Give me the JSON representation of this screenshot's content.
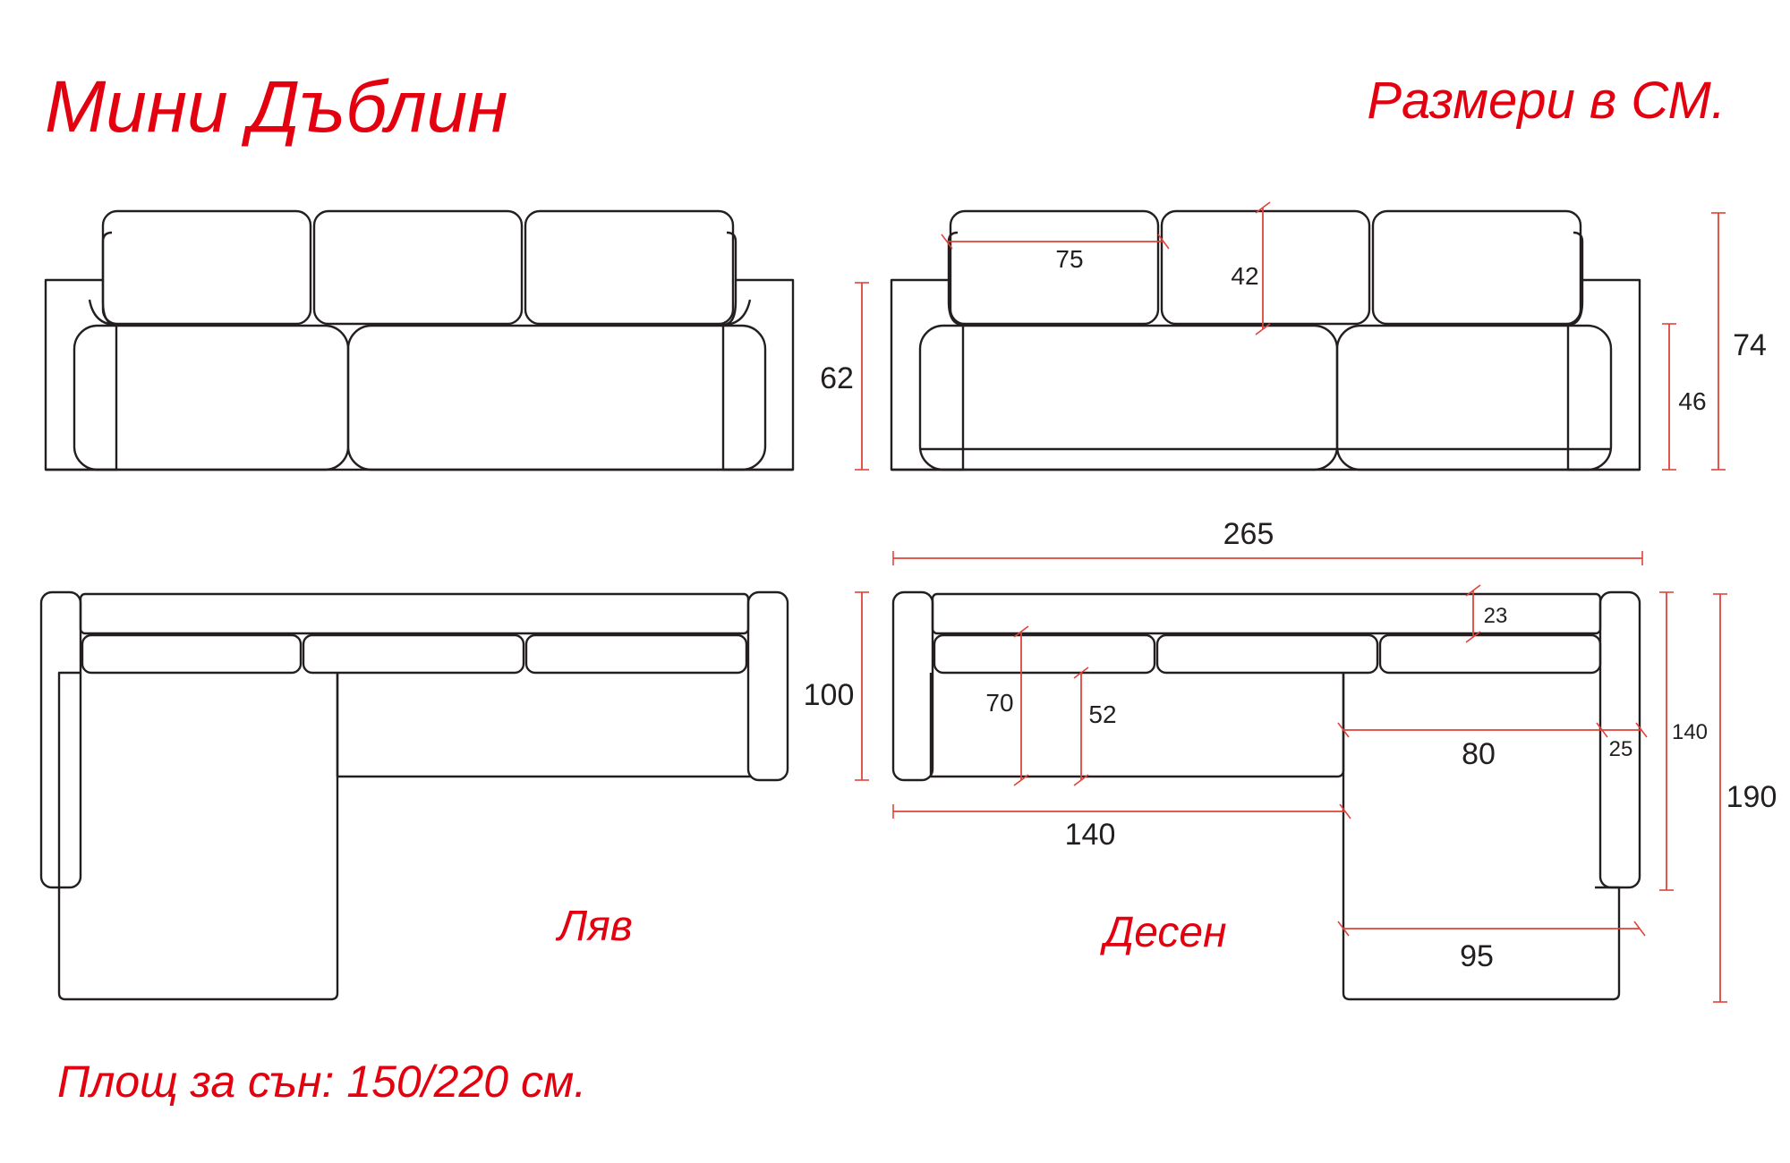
{
  "title": "Мини Дъблин",
  "units_note": "Размери в СМ.",
  "sleep_area": "Площ за сън: 150/220 см.",
  "variant_left": "Ляв",
  "variant_right": "Десен",
  "accent_color": "#e3000f",
  "dimension_color": "#e0433a",
  "dimensions": {
    "front_height_left": "62",
    "cushion_width": "75",
    "back_cushion_height": "42",
    "total_height": "74",
    "seat_height": "46",
    "total_width": "265",
    "backrest_depth": "23",
    "seat_depth_full": "70",
    "seat_depth": "52",
    "depth_left": "100",
    "sofa_part_width": "140",
    "chaise_seat_width": "80",
    "armrest_width": "25",
    "chaise_inner_length": "140",
    "total_length": "190",
    "chaise_width": "95"
  }
}
